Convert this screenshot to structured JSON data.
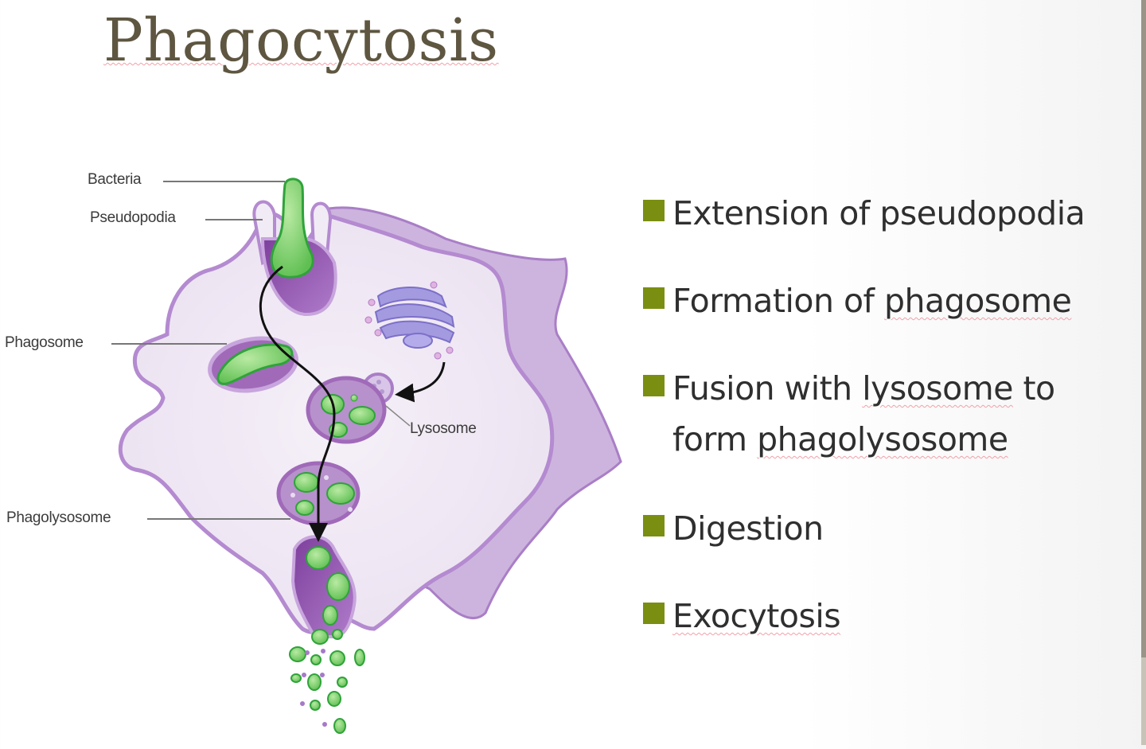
{
  "slide": {
    "title": "Phagocytosis",
    "colors": {
      "title": "#5e5640",
      "bullet_marker": "#7a8f11",
      "cell_fill": "#f1ebf5",
      "cell_membrane": "#b48ad0",
      "cell_dark": "#8a4fa8",
      "bacteria_green": "#7fd06b",
      "bacteria_outline": "#2fa33a",
      "golgi": "#9a90d8",
      "spellcheck_underline": "#f2a0a8"
    }
  },
  "diagram": {
    "labels": {
      "bacteria": "Bacteria",
      "pseudopodia": "Pseudopodia",
      "phagosome": "Phagosome",
      "lysosome": "Lysosome",
      "phagolysosome": "Phagolysosome"
    }
  },
  "bullets": [
    {
      "pre": "Extension of pseudopodia",
      "flagged": "",
      "post": ""
    },
    {
      "pre": "Formation of ",
      "flagged": "phagosome",
      "post": ""
    },
    {
      "pre": "Fusion with ",
      "flagged": "lysosome",
      "post": " to"
    },
    {
      "pre": "form ",
      "flagged": "phagolysosome",
      "post": ""
    },
    {
      "pre": "Digestion",
      "flagged": "",
      "post": ""
    },
    {
      "pre": "",
      "flagged": "Exocytosis",
      "post": ""
    }
  ]
}
